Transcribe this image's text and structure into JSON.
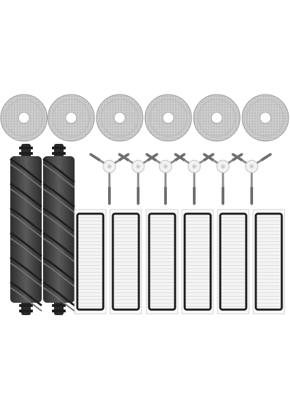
{
  "scene": {
    "description_visible_text": "",
    "colors": {
      "background": "#ffffff",
      "mop_pad": "#c9c9c9",
      "mop_pad_dark": "#9a9a9a",
      "brush_dark": "#3b3b3b",
      "brush_mid": "#555555",
      "brush_light": "#6a6a6a",
      "side_brush_hub": "#f2f2f2",
      "side_brush_bristle": "#8a8a8a",
      "filter_frame": "#1a1a1a",
      "filter_media": "#f4f4f4"
    },
    "items": {
      "mop_pads": 6,
      "main_brushes": 2,
      "side_brushes": 6,
      "hepa_filters": 6
    }
  }
}
